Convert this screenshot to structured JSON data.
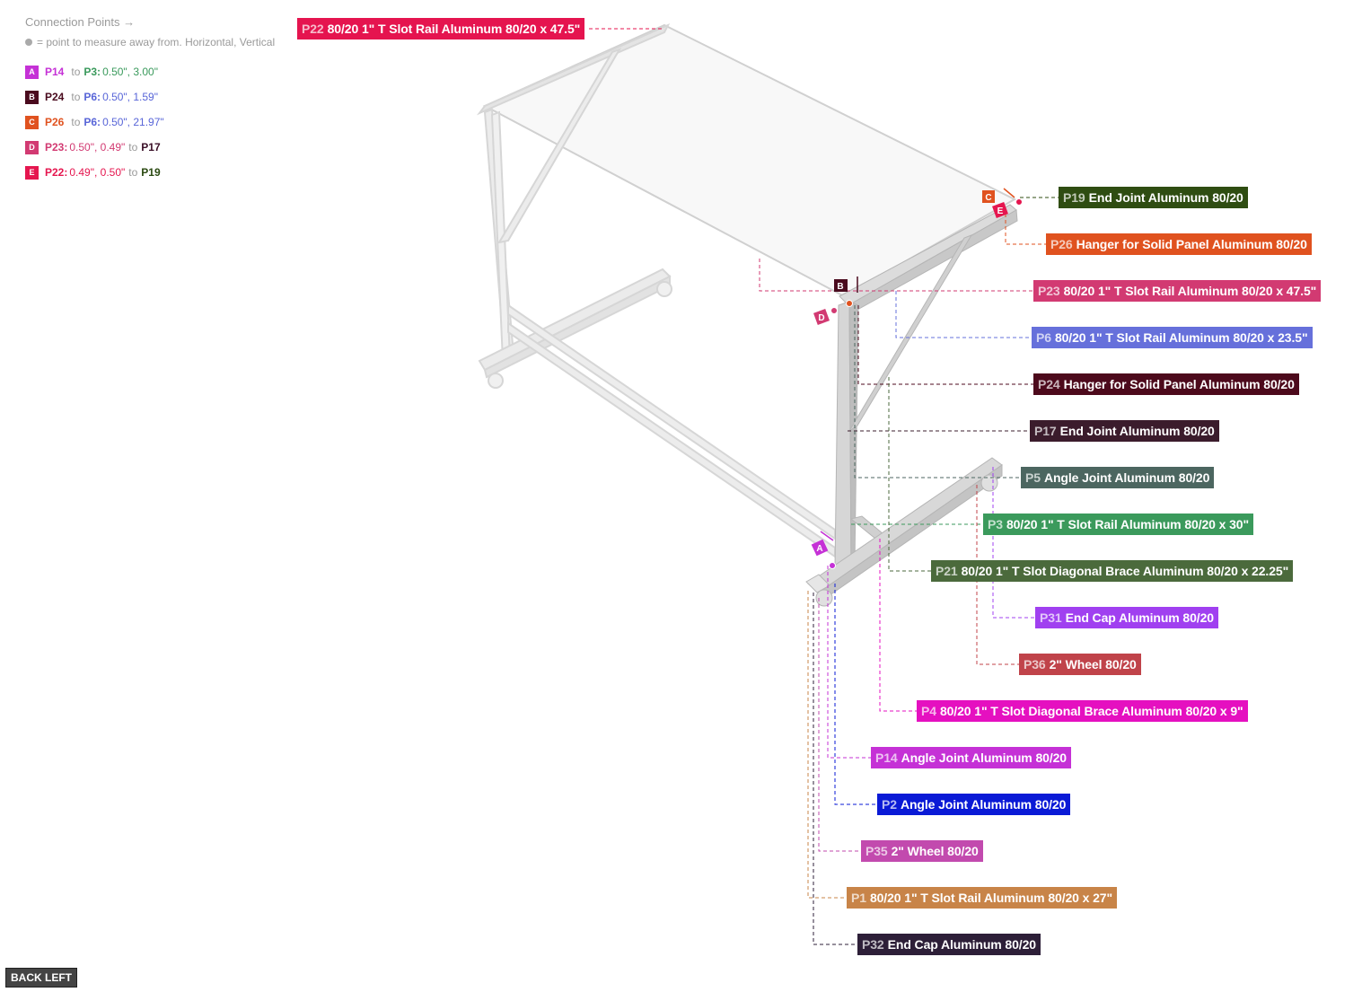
{
  "legend": {
    "title": "Connection Points →",
    "note": "= point to measure away from. Horizontal, Vertical",
    "connections": [
      {
        "letter": "A",
        "color": "#c531d6",
        "from": "P14",
        "to_word": "to",
        "target": "P3:",
        "value": "0.50\", 3.00\"",
        "from_color": "#c531d6",
        "target_color": "#3a9a5c",
        "value_color": "#3a9a5c"
      },
      {
        "letter": "B",
        "color": "#4a0b1e",
        "from": "P24",
        "to_word": "to",
        "target": "P6:",
        "value": "0.50\", 1.59\"",
        "from_color": "#4a0b1e",
        "target_color": "#5865d8",
        "value_color": "#5865d8"
      },
      {
        "letter": "C",
        "color": "#e0521f",
        "from": "P26",
        "to_word": "to",
        "target": "P6:",
        "value": "0.50\", 21.97\"",
        "from_color": "#e0521f",
        "target_color": "#5865d8",
        "value_color": "#5865d8"
      },
      {
        "letter": "D",
        "color": "#d23a72",
        "from": "P23:",
        "value": "0.50\", 0.49\"",
        "to_word": "to",
        "target": "P17",
        "from_color": "#d23a72",
        "value_color": "#d23a72",
        "target_color": "#3b1028"
      },
      {
        "letter": "E",
        "color": "#e5164f",
        "from": "P22:",
        "value": "0.49\", 0.50\"",
        "to_word": "to",
        "target": "P19",
        "from_color": "#e5164f",
        "value_color": "#e5164f",
        "target_color": "#2b4a12"
      }
    ]
  },
  "parts": [
    {
      "id": "P22",
      "name": "80/20 1\" T Slot Rail Aluminum 80/20 x 47.5\"",
      "color": "#e5144f"
    },
    {
      "id": "P19",
      "name": "End Joint Aluminum 80/20",
      "color": "#2f4d12"
    },
    {
      "id": "P26",
      "name": "Hanger for Solid Panel Aluminum 80/20",
      "color": "#e0521f"
    },
    {
      "id": "P23",
      "name": "80/20 1\" T Slot Rail Aluminum 80/20 x 47.5\"",
      "color": "#d23a72"
    },
    {
      "id": "P6",
      "name": "80/20 1\" T Slot Rail Aluminum 80/20 x 23.5\"",
      "color": "#6670db"
    },
    {
      "id": "P24",
      "name": "Hanger for Solid Panel Aluminum 80/20",
      "color": "#4d0a1c"
    },
    {
      "id": "P17",
      "name": "End Joint Aluminum 80/20",
      "color": "#3b1c2c"
    },
    {
      "id": "P5",
      "name": "Angle Joint Aluminum 80/20",
      "color": "#4c6660"
    },
    {
      "id": "P3",
      "name": "80/20 1\" T Slot Rail Aluminum 80/20 x 30\"",
      "color": "#3b9a5c"
    },
    {
      "id": "P21",
      "name": "80/20 1\" T Slot Diagonal Brace  Aluminum 80/20 x 22.25\"",
      "color": "#4b6a3c"
    },
    {
      "id": "P31",
      "name": "End Cap Aluminum 80/20",
      "color": "#a040f0"
    },
    {
      "id": "P36",
      "name": "2\" Wheel 80/20",
      "color": "#c0434a"
    },
    {
      "id": "P4",
      "name": "80/20 1\" T Slot Diagonal Brace  Aluminum 80/20 x 9\"",
      "color": "#e510c0"
    },
    {
      "id": "P14",
      "name": "Angle Joint Aluminum 80/20",
      "color": "#c531d6"
    },
    {
      "id": "P2",
      "name": "Angle Joint Aluminum 80/20",
      "color": "#0a1ad6"
    },
    {
      "id": "P35",
      "name": "2\" Wheel 80/20",
      "color": "#c24aae"
    },
    {
      "id": "P1",
      "name": "80/20 1\" T Slot Rail Aluminum 80/20 x 27\"",
      "color": "#c88448"
    },
    {
      "id": "P32",
      "name": "End Cap Aluminum 80/20",
      "color": "#2d1f38"
    }
  ],
  "view_button": "BACK LEFT"
}
